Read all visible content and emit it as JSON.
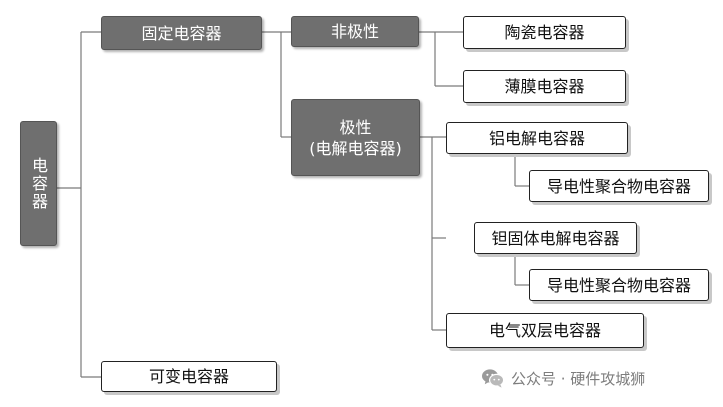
{
  "root": "电容器",
  "fixed": "固定电容器",
  "variable": "可变电容器",
  "nonpolar": "非极性",
  "polar": {
    "line1": "极性",
    "line2": "(电解电容器)"
  },
  "ceramic": "陶瓷电容器",
  "film": "薄膜电容器",
  "aluminum": "铝电解电容器",
  "aluminum_polymer": "导电性聚合物电容器",
  "tantalum": "钽固体电解电容器",
  "tantalum_polymer": "导电性聚合物电容器",
  "edlc": "电气双层电容器",
  "watermark": {
    "icon": "wechat-icon",
    "text": "公众号 · 硬件攻城狮"
  }
}
